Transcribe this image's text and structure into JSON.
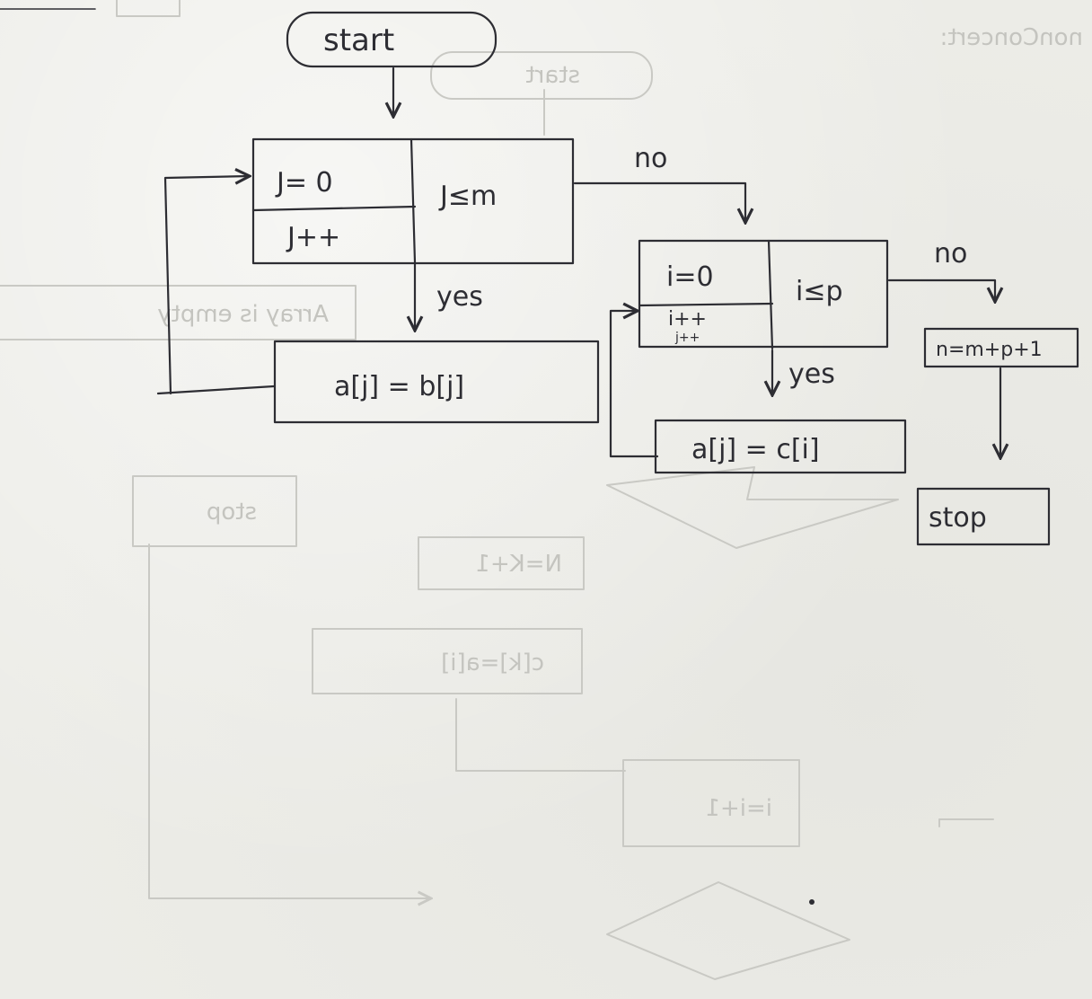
{
  "nodes": {
    "start": "start",
    "loop1_init": "J= 0",
    "loop1_incr": "J++",
    "loop1_cond": "J≤m",
    "assign1": "a[j] = b[j]",
    "loop2_init": "i=0",
    "loop2_incr_top": "i++",
    "loop2_incr_bottom": "j++",
    "loop2_cond": "i≤p",
    "assign2": "a[j] = c[i]",
    "compute_n": "n=m+p+1",
    "stop": "stop"
  },
  "edge_labels": {
    "loop1_yes": "yes",
    "loop1_no": "no",
    "loop2_yes": "yes",
    "loop2_no": "no"
  },
  "bleed_through": {
    "top_right_heading": "nonConcert:",
    "array_empty": "Array is empty",
    "stop_mirror": "stop",
    "n_assign_mirror": "N=K+1",
    "c_assign_mirror": "c[k]=a[i]",
    "i_incr_mirror": "i=i+1",
    "start_mirror": "start"
  },
  "colors": {
    "ink": "#2d2d33",
    "paper": "#ecece7",
    "ghost": "#c9c9c4"
  }
}
